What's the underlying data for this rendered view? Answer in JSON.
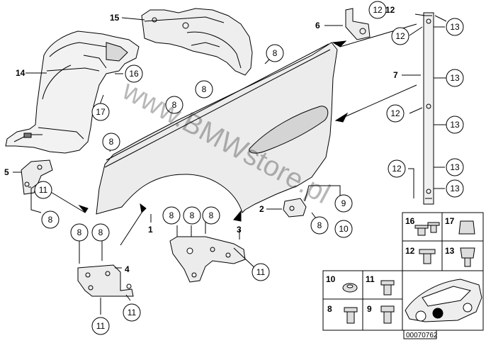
{
  "diagram": {
    "watermark": "www.BMWstore.pl",
    "drawing_number": "00070762",
    "part_numbers": {
      "p1": "1",
      "p2": "2",
      "p3": "3",
      "p4": "4",
      "p5": "5",
      "p6": "6",
      "p7": "7",
      "p8": "8",
      "p9": "9",
      "p10": "10",
      "p11": "11",
      "p12": "12",
      "p13": "13",
      "p14": "14",
      "p15": "15",
      "p16": "16",
      "p17": "17"
    }
  }
}
